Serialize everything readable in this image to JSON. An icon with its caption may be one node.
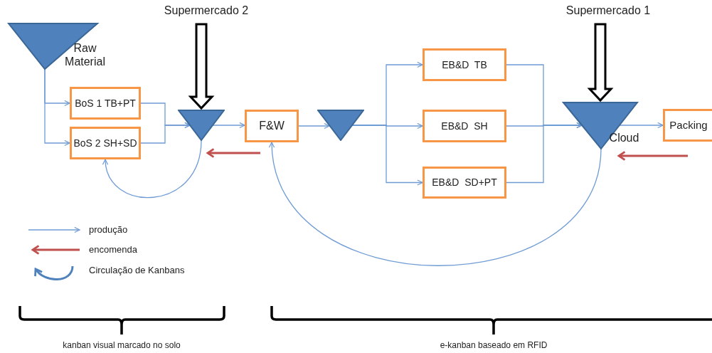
{
  "diagram": {
    "nodes": [
      {
        "text": [
          "Raw Material"
        ]
      },
      {
        "text": [
          "BoS 1 TB+PT"
        ]
      },
      {
        "text": [
          "BoS 2 SH+SD"
        ]
      },
      {
        "text": [
          "Supermercado 2"
        ]
      },
      {
        "text": [],
        "shape": "triangle"
      },
      {
        "text": [
          "F&W"
        ]
      },
      {
        "text": [],
        "shape": "triangle"
      },
      {
        "text": [
          "EB&D  TB"
        ]
      },
      {
        "text": [
          "EB&D  SH"
        ]
      },
      {
        "text": [
          "EB&D  SD+PT"
        ]
      },
      {
        "text": [
          "Supermercado 1"
        ]
      },
      {
        "text": [
          "Cloud"
        ]
      },
      {
        "text": [
          "Packing"
        ]
      }
    ],
    "edges": [
      {
        "from": 0,
        "to": 1,
        "arrow": "to"
      },
      {
        "from": 0,
        "to": 2,
        "arrow": "to"
      },
      {
        "from": 1,
        "to": 4,
        "arrow": "to"
      },
      {
        "from": 2,
        "to": 4,
        "arrow": "to"
      },
      {
        "from": 3,
        "to": 4,
        "arrow": "to",
        "style": "thick",
        "color": "#000000"
      },
      {
        "from": 4,
        "to": 5,
        "arrow": "to"
      },
      {
        "from": 5,
        "to": 6,
        "arrow": "to"
      },
      {
        "from": 6,
        "to": 7,
        "arrow": "to"
      },
      {
        "from": 6,
        "to": 8,
        "arrow": "to"
      },
      {
        "from": 6,
        "to": 9,
        "arrow": "to"
      },
      {
        "from": 7,
        "to": 11,
        "arrow": "to"
      },
      {
        "from": 8,
        "to": 11,
        "arrow": "to"
      },
      {
        "from": 9,
        "to": 11,
        "arrow": "to"
      },
      {
        "from": 10,
        "to": 11,
        "arrow": "to",
        "style": "thick",
        "color": "#000000"
      },
      {
        "from": 11,
        "to": 12,
        "arrow": "to"
      },
      {
        "from": 4,
        "to": 2,
        "arrow": "to"
      },
      {
        "from": 11,
        "to": 5,
        "arrow": "to"
      }
    ],
    "labels": [
      "kanban visual marcado no solo",
      "e-kanban baseado em RFID"
    ],
    "legend": [
      {
        "text": "produção"
      },
      {
        "text": "encomenda"
      },
      {
        "text": "Circulação de Kanbans"
      }
    ]
  }
}
